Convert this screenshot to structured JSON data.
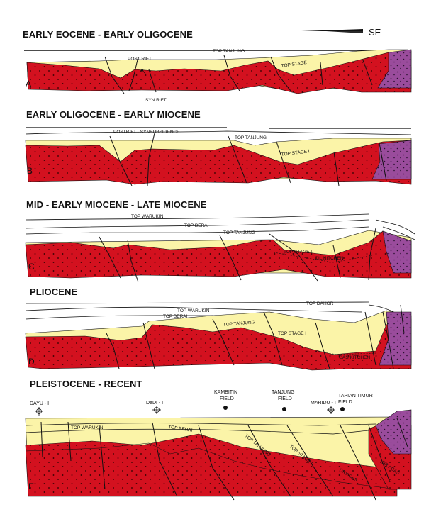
{
  "figure": {
    "direction_label": "SE",
    "colors": {
      "basement": "#d3111f",
      "sediment": "#fbf4a8",
      "volcanic": "#9a4c9c",
      "line": "#111111"
    },
    "panels": [
      {
        "letter": "A",
        "title": "EARLY EOCENE - EARLY OLIGOCENE",
        "labels": {
          "top_tanjung": "TOP TANJUNG",
          "post_rift": "POST RIFT",
          "syn_rift": "SYN RIFT",
          "top_stage": "TOP STAGE"
        }
      },
      {
        "letter": "B",
        "title": "EARLY OLIGOCENE - EARLY MIOCENE",
        "labels": {
          "postrift": "POSTRIFT - SYNSUBSIDENCE",
          "top_tanjung": "TOP TANJUNG",
          "top_stage": "TOP STAGE I"
        }
      },
      {
        "letter": "C",
        "title": "MID - EARLY MIOCENE - LATE MIOCENE",
        "labels": {
          "top_warukin": "TOP WARUKIN",
          "top_berai": "TOP BERAI",
          "top_tanjung": "TOP TANJUNG",
          "top_stage": "TOP STAGE I",
          "oil_kitchen": "OIL KITCHEN"
        }
      },
      {
        "letter": "D",
        "title": "PLIOCENE",
        "labels": {
          "top_dahor": "TOP DAHOR",
          "top_warukin": "TOP WARUKIN",
          "top_berai": "TOP BERAI",
          "top_tanjung": "TOP TANJUNG",
          "top_stage": "TOP STAGE I",
          "gas_kitchen": "GAS KITCHEN"
        }
      },
      {
        "letter": "E",
        "title": "PLEISTOCENE - RECENT",
        "labels": {
          "top_warukin": "TOP WARUKIN",
          "top_berai": "TOP BERAI",
          "top_tanjung": "TOP TANJUNG",
          "top_stage": "TOP STAGE I",
          "dry_gas_1": "DRY GAS",
          "dry_gas_2": "DRY GAS"
        },
        "wells": [
          {
            "name": "DAYU - I",
            "symbol": "dry"
          },
          {
            "name": "DeDI - I",
            "symbol": "dry"
          },
          {
            "name": "MARIDU - I",
            "symbol": "dry"
          }
        ],
        "fields": [
          {
            "name_line1": "KAMBITIN",
            "name_line2": "FIELD"
          },
          {
            "name_line1": "TANJUNG",
            "name_line2": "FIELD"
          },
          {
            "name_line1": "TAPIAN TIMUR",
            "name_line2": "FIELD"
          }
        ]
      }
    ]
  }
}
